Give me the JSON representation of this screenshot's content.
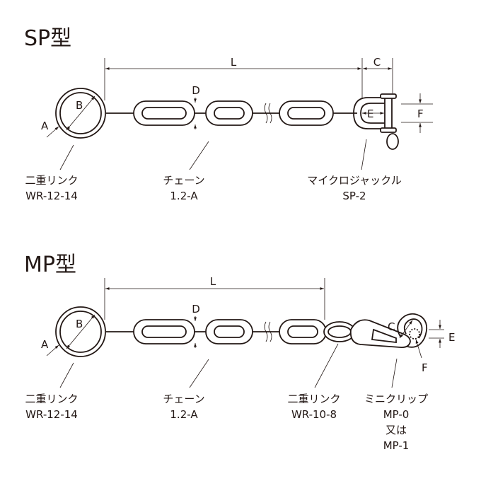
{
  "sp": {
    "title": "SP型",
    "dims": {
      "L": "L",
      "C": "C",
      "D": "D",
      "A": "A",
      "B": "B",
      "E": "E",
      "F": "F"
    },
    "ring_name": "二重リンク",
    "ring_code": "WR-12-14",
    "chain_name": "チェーン",
    "chain_code": "1.2-A",
    "shackle_name": "マイクロジャックル",
    "shackle_code": "SP-2"
  },
  "mp": {
    "title": "MP型",
    "dims": {
      "L": "L",
      "C": "C",
      "D": "D",
      "A": "A",
      "B": "B",
      "E": "E",
      "F": "F"
    },
    "ring_name": "二重リンク",
    "ring_code": "WR-12-14",
    "chain_name": "チェーン",
    "chain_code": "1.2-A",
    "ring2_name": "二重リンク",
    "ring2_code": "WR-10-8",
    "clip_name": "ミニクリップ",
    "clip_code1": "MP-0",
    "clip_or": "又は",
    "clip_code2": "MP-1"
  }
}
